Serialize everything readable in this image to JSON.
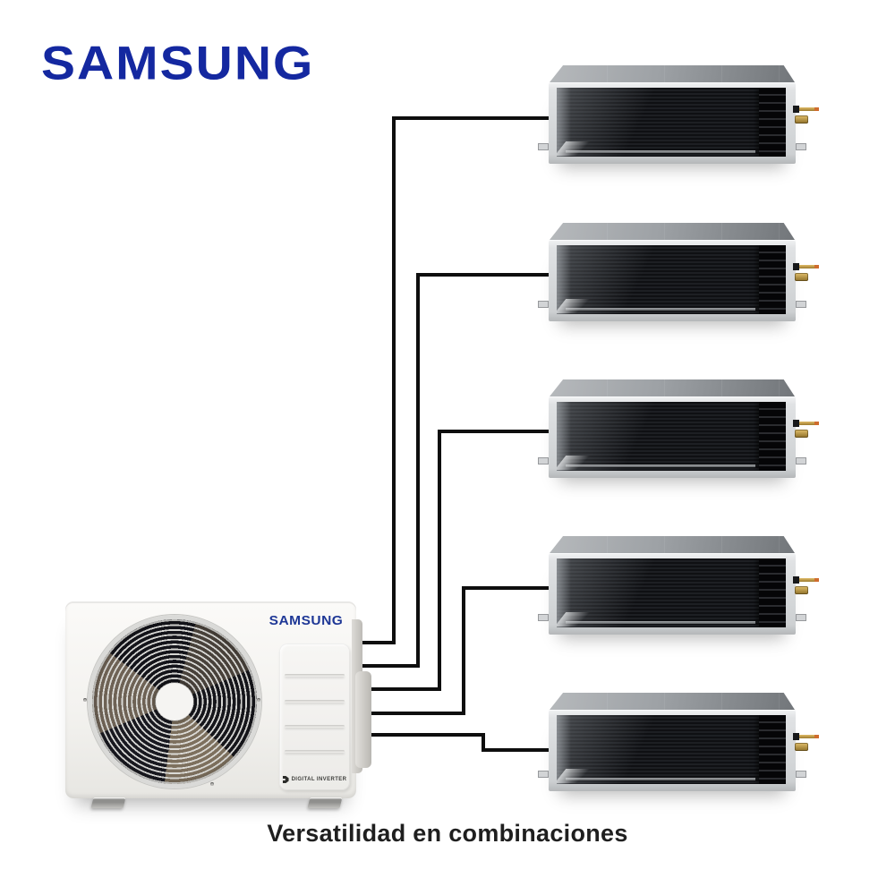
{
  "page": {
    "background_color": "#ffffff",
    "caption": "Versatilidad en combinaciones",
    "caption_color": "#1f1f1f"
  },
  "brand": {
    "logo_text": "SAMSUNG",
    "logo_color": "#1428a0"
  },
  "diagram": {
    "outdoor_unit": {
      "logo_text": "SAMSUNG",
      "badge_text": "DIGITAL INVERTER",
      "badge_icon": "digital-inverter-icon",
      "body_color": "#f3f2ef",
      "type": "outdoor-condenser-unit"
    },
    "indoor_units": [
      {
        "id": "indoor-unit-1",
        "type": "ducted-indoor-unit"
      },
      {
        "id": "indoor-unit-2",
        "type": "ducted-indoor-unit"
      },
      {
        "id": "indoor-unit-3",
        "type": "ducted-indoor-unit"
      },
      {
        "id": "indoor-unit-4",
        "type": "ducted-indoor-unit"
      },
      {
        "id": "indoor-unit-5",
        "type": "ducted-indoor-unit"
      }
    ],
    "connections": [
      {
        "from": "outdoor-unit",
        "to": "indoor-unit-1"
      },
      {
        "from": "outdoor-unit",
        "to": "indoor-unit-2"
      },
      {
        "from": "outdoor-unit",
        "to": "indoor-unit-3"
      },
      {
        "from": "outdoor-unit",
        "to": "indoor-unit-4"
      },
      {
        "from": "outdoor-unit",
        "to": "indoor-unit-5"
      }
    ],
    "line_color": "#0e0e0e"
  }
}
